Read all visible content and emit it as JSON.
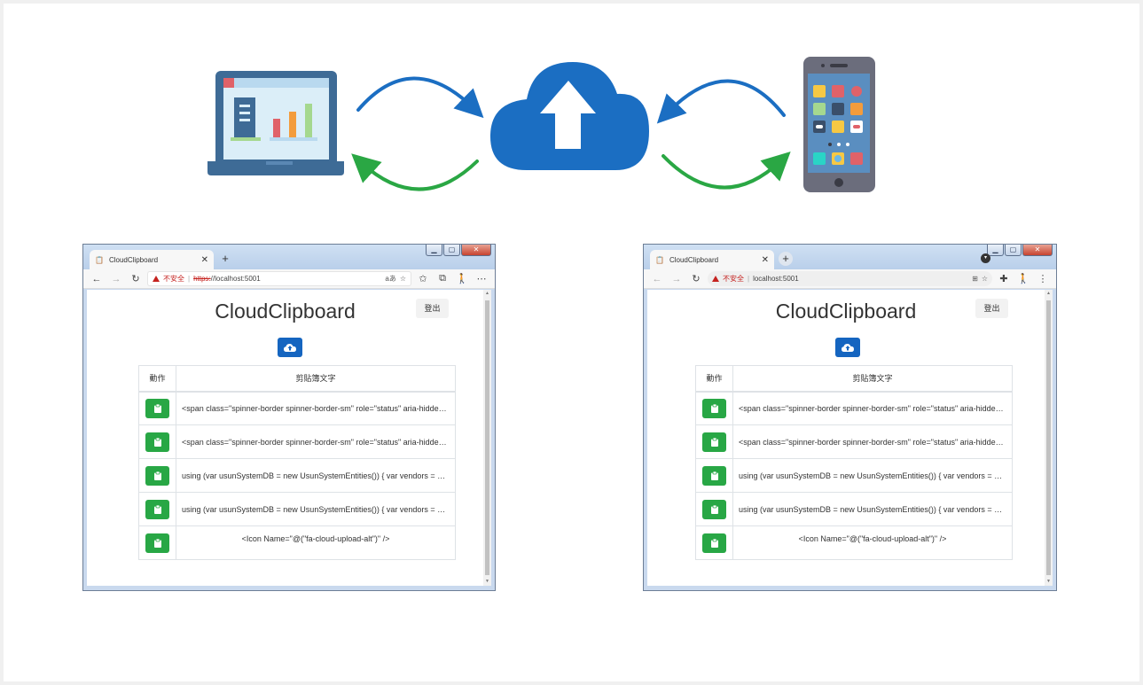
{
  "colors": {
    "cloud": "#1b6ec2",
    "arrow_blue": "#1b6ec2",
    "arrow_green": "#2aa744",
    "upload_button": "#1565c0",
    "copy_button": "#28a745",
    "insecure_red": "#c5221f"
  },
  "icons": {
    "laptop": "laptop-icon",
    "cloud": "cloud-upload-icon",
    "phone": "smartphone-icon",
    "copy": "clipboard-icon",
    "upload": "cloud-upload-icon"
  },
  "edge": {
    "tab_title": "CloudClipboard",
    "insecure_label": "不安全",
    "url_scheme": "https:",
    "url_host": "//localhost:5001"
  },
  "chrome": {
    "tab_title": "CloudClipboard",
    "insecure_label": "不安全",
    "url_host": "localhost:5001"
  },
  "app": {
    "title": "CloudClipboard",
    "logout_label": "登出",
    "table": {
      "headers": [
        "動作",
        "剪貼簿文字"
      ],
      "rows": [
        "<span class=\"spinner-border spinner-border-sm\" role=\"status\" aria-hidden=\"true\"></span>",
        "<span class=\"spinner-border spinner-border-sm\" role=\"status\" aria-hidden=\"true\"></span>",
        "using (var usunSystemDB = new UsunSystemEntities()) { var vendors = usunSystemDB.Vendors }",
        "using (var usunSystemDB = new UsunSystemEntities()) { var vendors = usunSystemDB.Vendors }",
        "<Icon Name=\"@(\"fa-cloud-upload-alt\")\" />"
      ]
    }
  }
}
